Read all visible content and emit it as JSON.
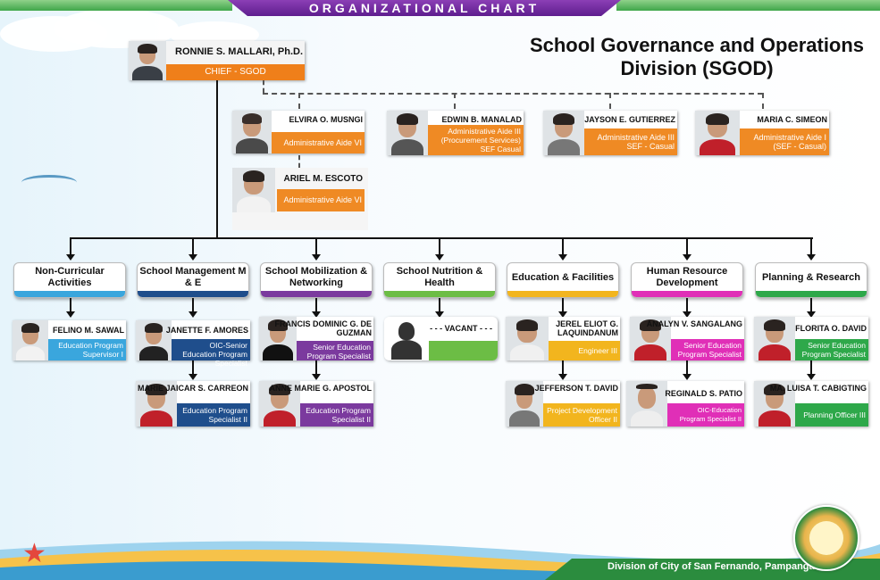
{
  "banner": {
    "title": "ORGANIZATIONAL CHART"
  },
  "heading": {
    "line1": "School Governance and Operations",
    "line2": "Division (SGOD)"
  },
  "chief": {
    "name": "RONNIE S. MALLARI, Ph.D.",
    "role": "CHIEF - SGOD"
  },
  "staff": [
    {
      "name": "ELVIRA O. MUSNGI",
      "role": "Administrative Aide VI"
    },
    {
      "name": "EDWIN B. MANALAD",
      "role": "Administrative Aide III (Procurement Services) SEF Casual"
    },
    {
      "name": "JAYSON E. GUTIERREZ",
      "role": "Administrative Aide III SEF - Casual"
    },
    {
      "name": "MARIA C. SIMEON",
      "role": "Administrative Aide I (SEF - Casual)"
    },
    {
      "name": "ARIEL M. ESCOTO",
      "role": "Administrative Aide VI"
    }
  ],
  "units": [
    {
      "label": "Non-Curricular Activities",
      "color": "#3aa6dd"
    },
    {
      "label": "School Management M & E",
      "color": "#1f4e8c"
    },
    {
      "label": "School Mobilization & Networking",
      "color": "#7b3a9e"
    },
    {
      "label": "School Nutrition & Health",
      "color": "#6cbd45"
    },
    {
      "label": "Education & Facilities",
      "color": "#f2b51e"
    },
    {
      "label": "Human Resource Development",
      "color": "#e02fb7"
    },
    {
      "label": "Planning & Research",
      "color": "#2ea84a"
    }
  ],
  "members": [
    {
      "name": "FELINO M. SAWAL",
      "role": "Education Program Supervisor I"
    },
    {
      "name": "JANETTE F. AMORES",
      "role": "OIC-Senior Education Program Specialist"
    },
    {
      "name": "MARIE JAICAR S. CARREON",
      "role": "Education Program Specialist II"
    },
    {
      "name": "FRANCIS DOMINIC G. DE GUZMAN",
      "role": "Senior Education Program Specialist"
    },
    {
      "name": "ANNE MARIE G. APOSTOL",
      "role": "Education Program Specialist II"
    },
    {
      "name": "- - -  VACANT  - - -",
      "role": ""
    },
    {
      "name": "JEREL ELIOT G. LAQUINDANUM",
      "role": "Engineer III"
    },
    {
      "name": "JEFFERSON T. DAVID",
      "role": "Project Development Officer II"
    },
    {
      "name": "ANALYN V. SANGALANG",
      "role": "Senior Education Program Specialist"
    },
    {
      "name": "REGINALD S. PATIO",
      "role": "OIC-Education Program Specialist II"
    },
    {
      "name": "FLORITA O. DAVID",
      "role": "Senior Education Program Specialist"
    },
    {
      "name": "MA. LUISA T. CABIGTING",
      "role": "Planning Officer III"
    }
  ],
  "footer": {
    "text": "Division of City of San Fernando, Pampanga"
  },
  "icons": {
    "star": "star-icon",
    "seal": "deped-seal-icon",
    "vacant": "person-silhouette-icon"
  }
}
